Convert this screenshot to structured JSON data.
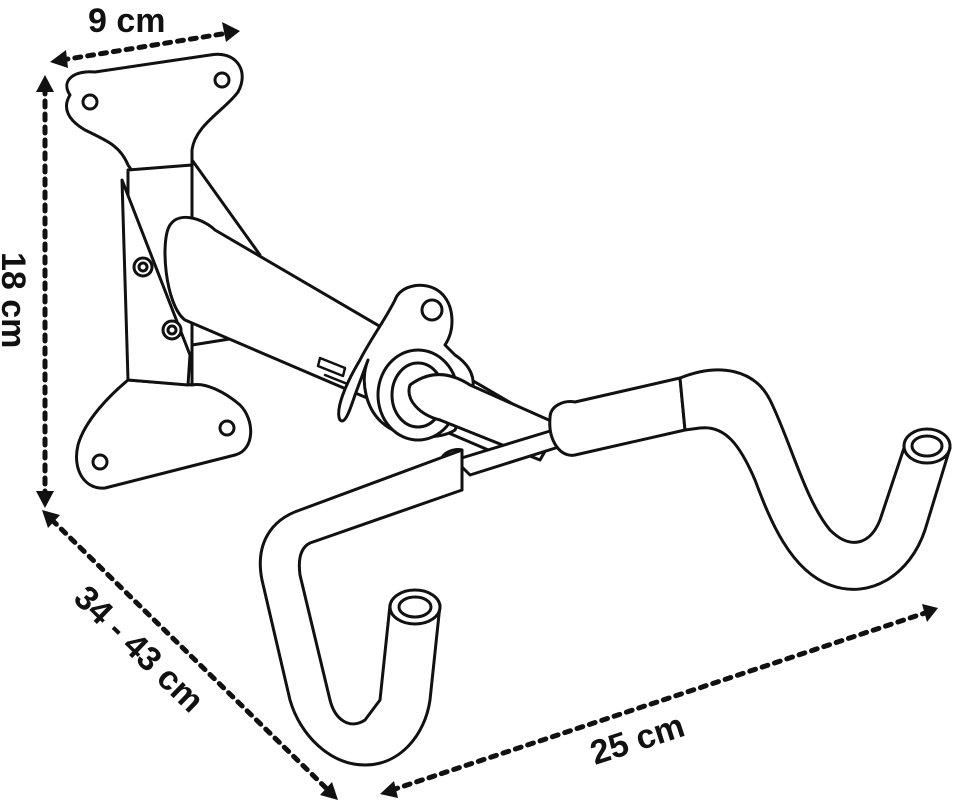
{
  "dimensions": {
    "top_width": "9 cm",
    "height": "18 cm",
    "depth": "34 - 43 cm",
    "hook_width": "25 cm"
  },
  "colors": {
    "line": "#111111",
    "background": "#ffffff"
  }
}
